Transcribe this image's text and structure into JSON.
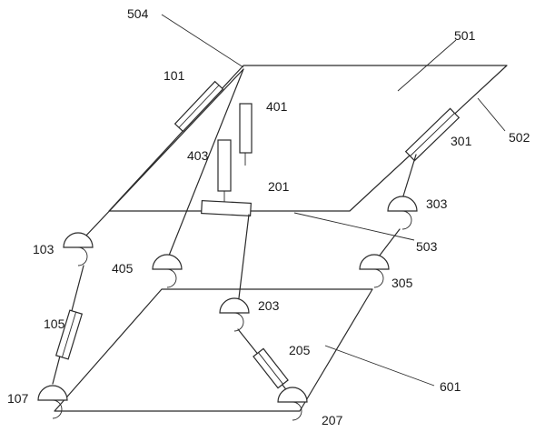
{
  "labels": {
    "l101": "101",
    "l103": "103",
    "l105": "105",
    "l107": "107",
    "l201": "201",
    "l203": "203",
    "l205": "205",
    "l207": "207",
    "l301": "301",
    "l303": "303",
    "l305": "305",
    "l401": "401",
    "l403": "403",
    "l405": "405",
    "l501": "501",
    "l502": "502",
    "l503": "503",
    "l504": "504",
    "l601": "601"
  }
}
